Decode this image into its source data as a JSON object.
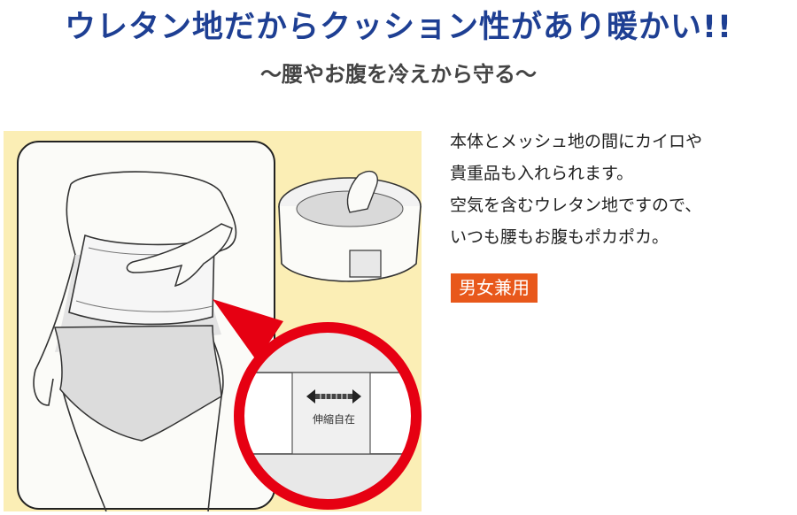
{
  "headline": "ウレタン地だからクッション性があり暖かい!!",
  "subhead": "〜腰やお腹を冷えから守る〜",
  "description": {
    "lines": [
      "本体とメッシュ地の間にカイロや",
      "貴重品も入れられます。",
      "空気を含むウレタン地ですので、",
      "いつも腰もお腹もポカポカ。"
    ]
  },
  "badge": "男女兼用",
  "illustration": {
    "callout_label": "伸縮自在"
  },
  "colors": {
    "headline": "#1e3f93",
    "badge_bg": "#e8581b",
    "panel_bg": "#fbeeb5",
    "callout_red": "#e60012"
  }
}
